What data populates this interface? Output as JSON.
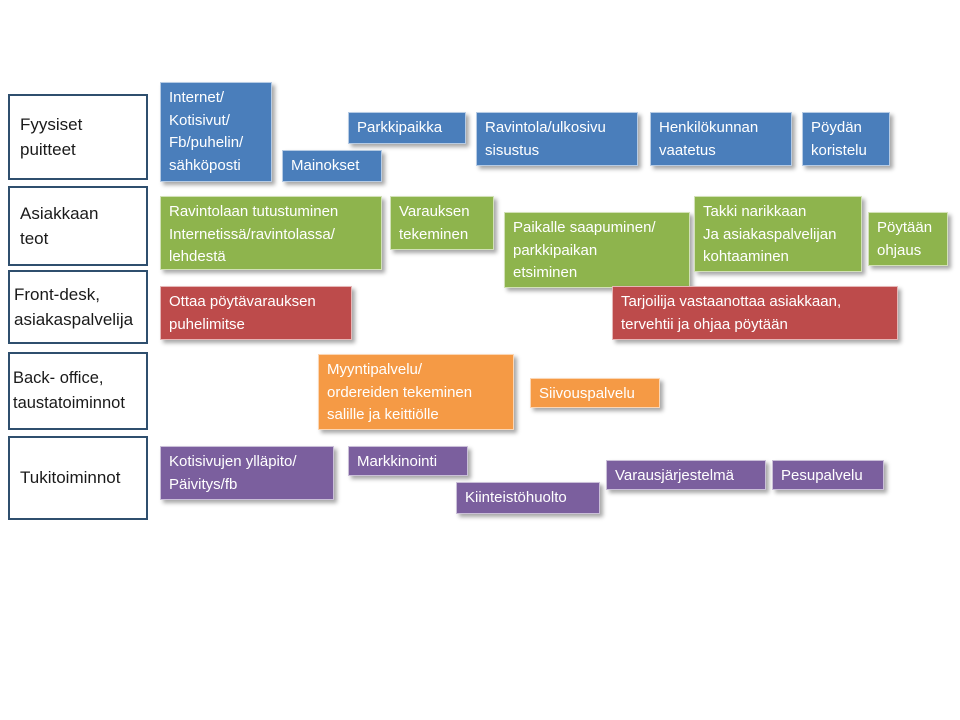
{
  "lanes": [
    {
      "label": "Fyysiset\npuitteet"
    },
    {
      "label": "Asiakkaan\nteot"
    },
    {
      "label": "Front-desk,\nasiakaspalvelija"
    },
    {
      "label": "Back- office,\ntaustatoiminnot"
    },
    {
      "label": "Tukitoiminnot"
    }
  ],
  "physical": [
    {
      "text": "Internet/\nKotisivut/\nFb/puhelin/\nsähköposti"
    },
    {
      "text": "Mainokset"
    },
    {
      "text": "Parkkipaikka"
    },
    {
      "text": "Ravintola/ulkosivu\nsisustus"
    },
    {
      "text": "Henkilökunnan\nvaatetus"
    },
    {
      "text": "Pöydän\nkoristelu"
    }
  ],
  "customer": [
    {
      "text": "Ravintolaan tutustuminen\nInternetissä/ravintolassa/\nlehdestä"
    },
    {
      "text": "Varauksen\ntekeminen"
    },
    {
      "text": "Paikalle saapuminen/\nparkkipaikan\netsiminen"
    },
    {
      "text": "Takki narikkaan\nJa asiakaspalvelijan\nkohtaaminen"
    },
    {
      "text": "Pöytään\nohjaus"
    }
  ],
  "frontdesk": [
    {
      "text": "Ottaa pöytävarauksen\npuhelimitse"
    },
    {
      "text": "Tarjoilija vastaanottaa asiakkaan,\ntervehtii ja ohjaa pöytään"
    }
  ],
  "backoffice": [
    {
      "text": "Myyntipalvelu/\nordereiden tekeminen\nsalille  ja keittiölle"
    },
    {
      "text": "Siivouspalvelu"
    }
  ],
  "support": [
    {
      "text": "Kotisivujen ylläpito/\nPäivitys/fb"
    },
    {
      "text": "Markkinointi"
    },
    {
      "text": "Kiinteistöhuolto"
    },
    {
      "text": "Varausjärjestelmä"
    },
    {
      "text": "Pesupalvelu"
    }
  ]
}
